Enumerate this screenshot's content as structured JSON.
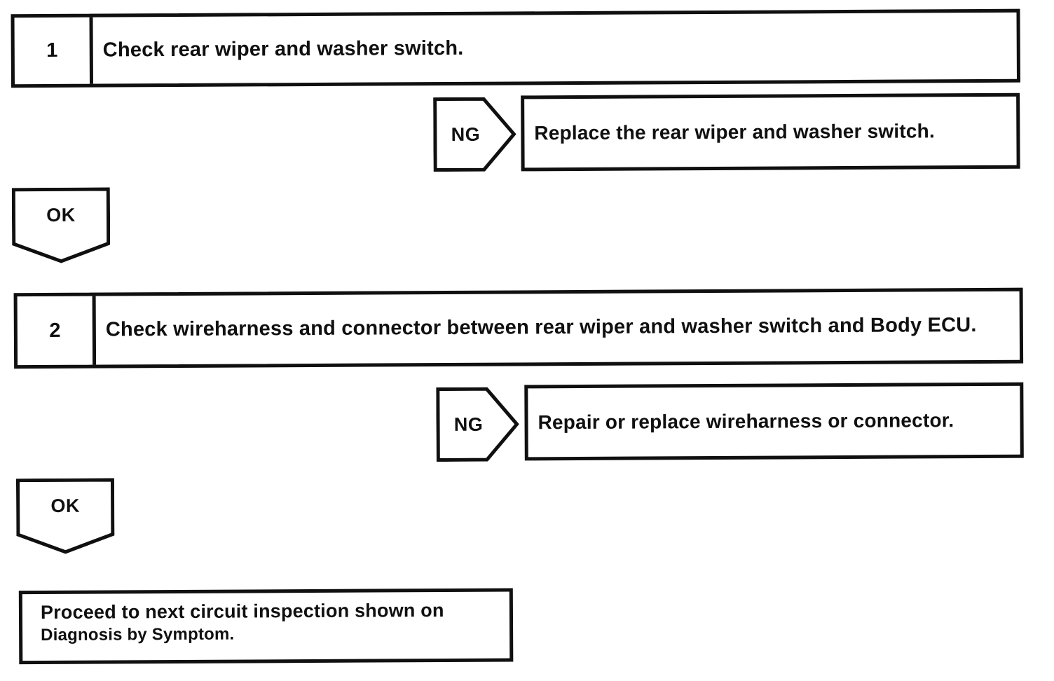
{
  "page": {
    "background": "#ffffff",
    "ink_color": "#101010"
  },
  "flowchart": {
    "steps": [
      {
        "number": "1",
        "instruction": "Check rear wiper and washer switch.",
        "ng": {
          "label": "NG",
          "action": "Replace the rear wiper and washer switch."
        },
        "ok": {
          "label": "OK"
        }
      },
      {
        "number": "2",
        "instruction": "Check wireharness and connector between rear wiper and washer switch and Body ECU.",
        "ng": {
          "label": "NG",
          "action": "Repair or replace wireharness or connector."
        },
        "ok": {
          "label": "OK"
        }
      }
    ],
    "end": {
      "line1": "Proceed to next circuit inspection shown on",
      "line2": "Diagnosis by Symptom."
    }
  }
}
